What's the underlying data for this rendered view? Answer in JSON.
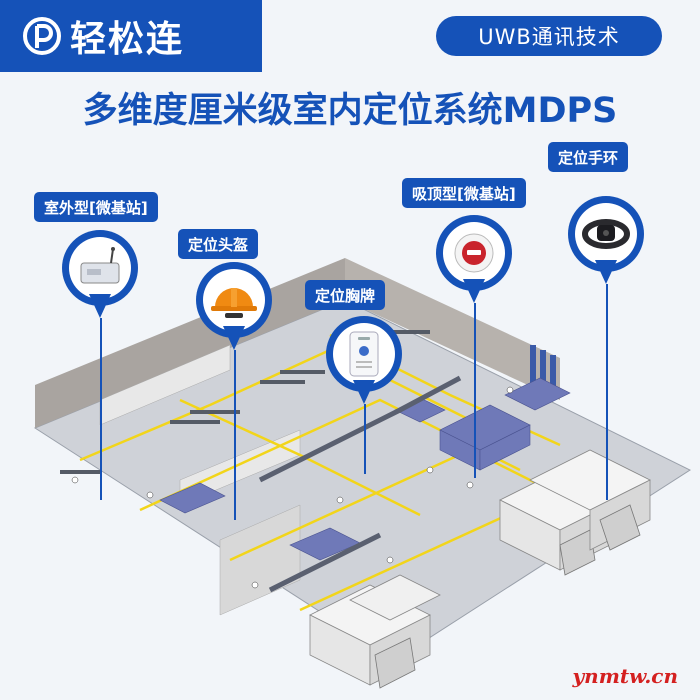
{
  "brand": {
    "name": "轻松连",
    "color": "#1552b8"
  },
  "header": {
    "badge": "UWB通讯技术",
    "title": "多维度厘米级室内定位系统MDPS"
  },
  "devices": {
    "outdoor_station": {
      "label": "室外型[微基站]",
      "icon": "base-station-icon"
    },
    "helmet": {
      "label": "定位头盔",
      "icon": "helmet-icon"
    },
    "badge_card": {
      "label": "定位胸牌",
      "icon": "badge-card-icon"
    },
    "ceiling_station": {
      "label": "吸顶型[微基站]",
      "icon": "ceiling-station-icon"
    },
    "wristband": {
      "label": "定位手环",
      "icon": "wristband-icon"
    }
  },
  "watermark": "ynmtw.cn"
}
